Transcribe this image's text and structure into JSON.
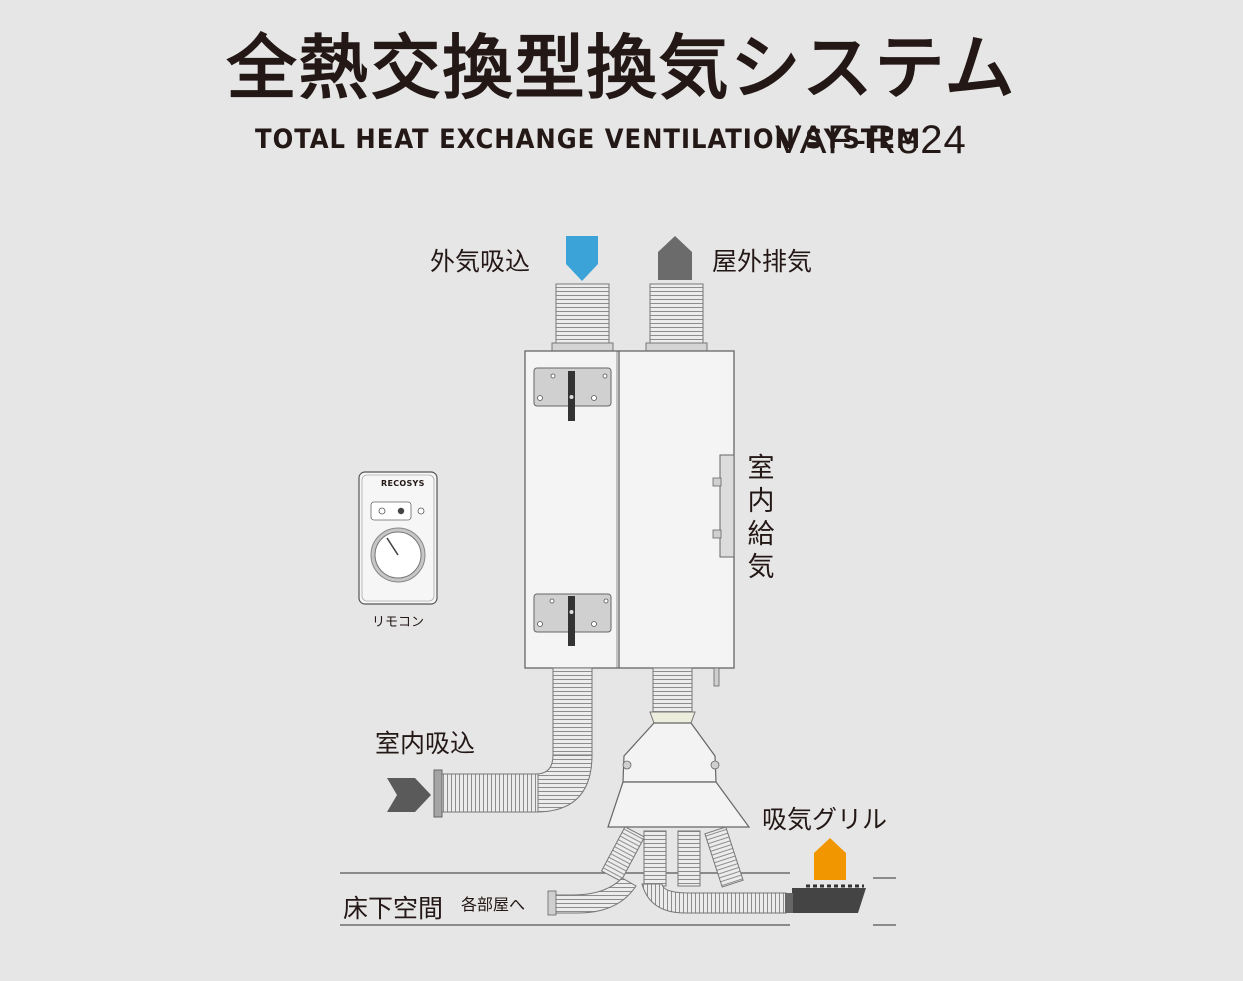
{
  "title": "全熱交換型換気システム",
  "subtitle": "TOTAL HEAT EXCHANGE VENTILATION SYSTEM",
  "model": "VAF-Re24",
  "labels": {
    "outdoor_intake": "外気吸込",
    "outdoor_exhaust": "屋外排気",
    "indoor_supply": "室内給気",
    "indoor_intake": "室内吸込",
    "intake_grille": "吸気グリル",
    "underfloor": "床下空間",
    "to_each_room": "各部屋へ",
    "remote": "リモコン",
    "remote_brand": "RECOSYS"
  },
  "colors": {
    "background": "#e6e6e6",
    "text": "#231815",
    "intake_arrow": "#3ba3d8",
    "exhaust_arrow": "#6b6b6b",
    "grille_arrow": "#f29600",
    "unit_body": "#f2f2f2",
    "duct": "#ebebeb"
  }
}
